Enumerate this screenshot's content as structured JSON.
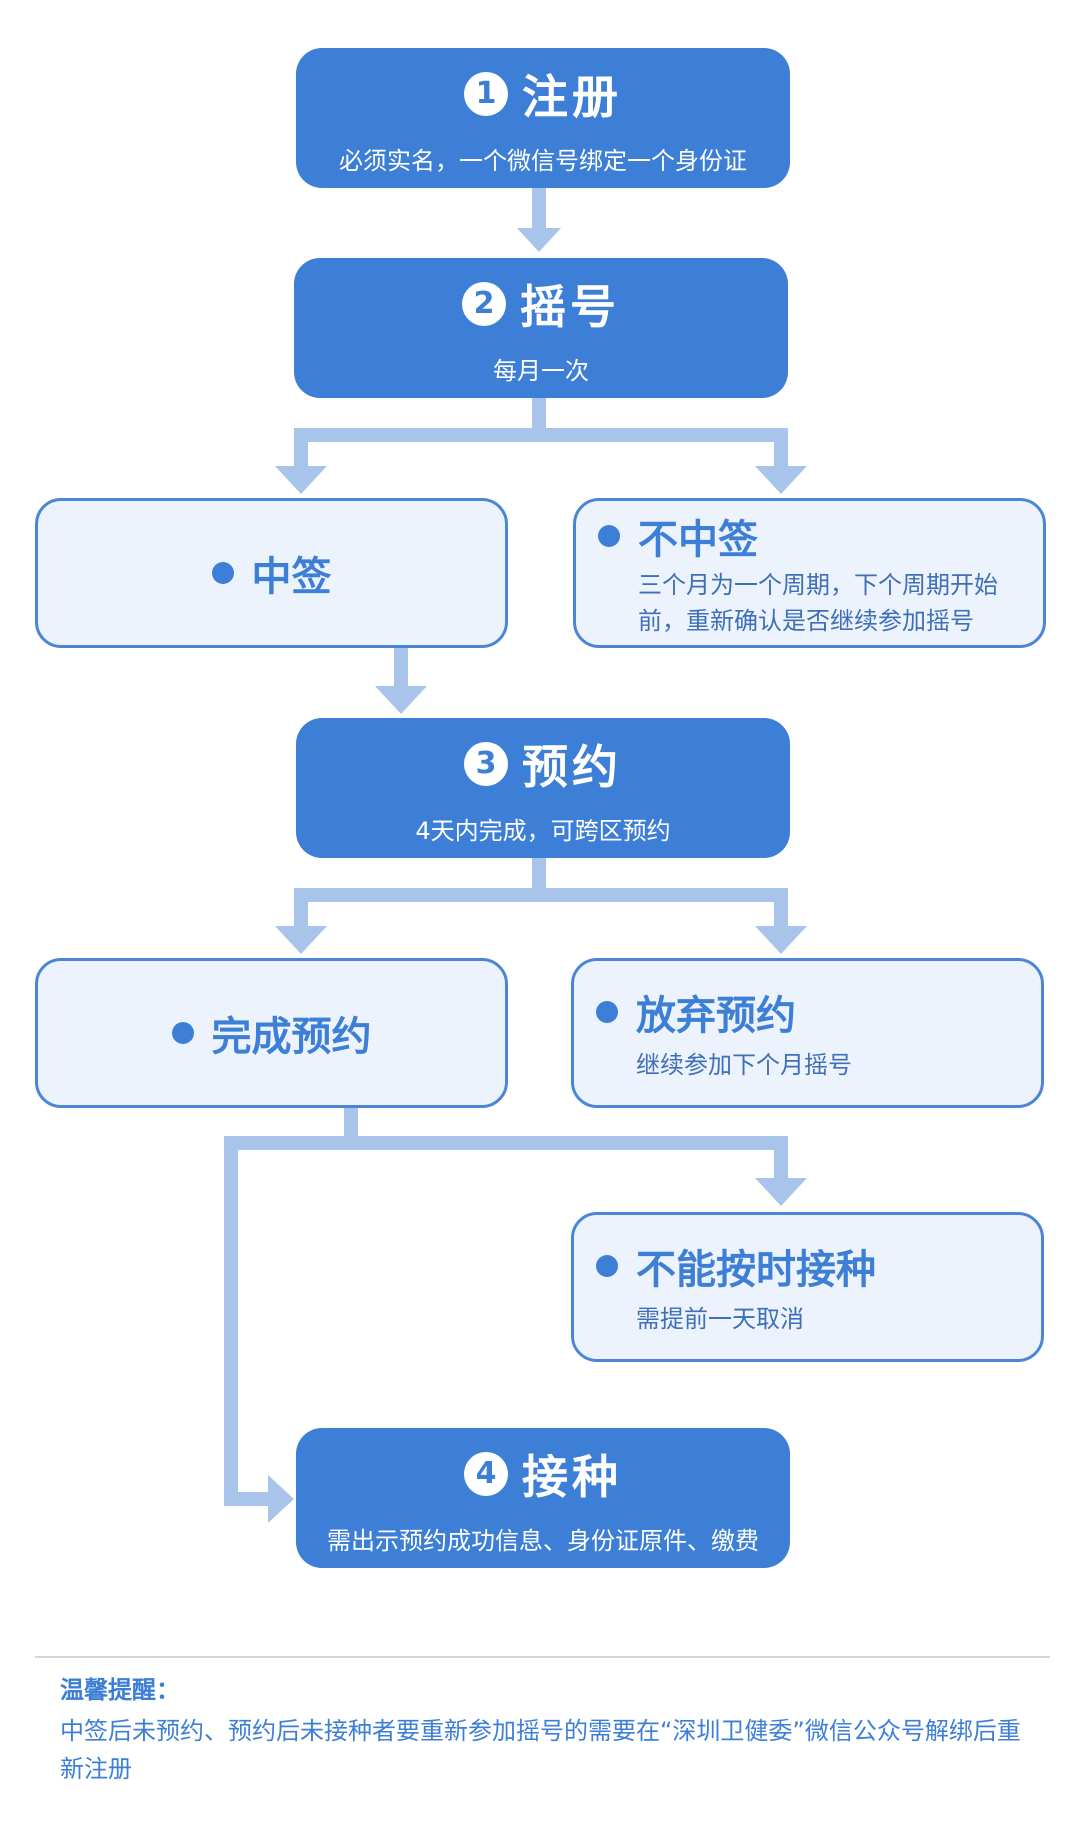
{
  "steps": [
    {
      "num": "1",
      "title": "注册",
      "sub": "必须实名，一个微信号绑定一个身份证"
    },
    {
      "num": "2",
      "title": "摇号",
      "sub": "每月一次"
    },
    {
      "num": "3",
      "title": "预约",
      "sub": "4天内完成，可跨区预约"
    },
    {
      "num": "4",
      "title": "接种",
      "sub": "需出示预约成功信息、身份证原件、缴费"
    }
  ],
  "outcomes": {
    "zhongqian": {
      "title": "中签"
    },
    "buzhongqian": {
      "title": "不中签",
      "sub1": "三个月为一个周期，下个周期开始",
      "sub2": "前，重新确认是否继续参加摇号"
    },
    "wancheng": {
      "title": "完成预约"
    },
    "fangqi": {
      "title": "放弃预约",
      "sub": "继续参加下个月摇号"
    },
    "buneng": {
      "title": "不能按时接种",
      "sub": "需提前一天取消"
    }
  },
  "note": {
    "title": "温馨提醒：",
    "body": "中签后未预约、预约后未接种者要重新参加摇号的需要在“深圳卫健委”微信公众号解绑后重新注册"
  },
  "colors": {
    "primary": "#3d7fd6",
    "connector": "#a9c4ea",
    "box_fill": "#edf3fc"
  }
}
